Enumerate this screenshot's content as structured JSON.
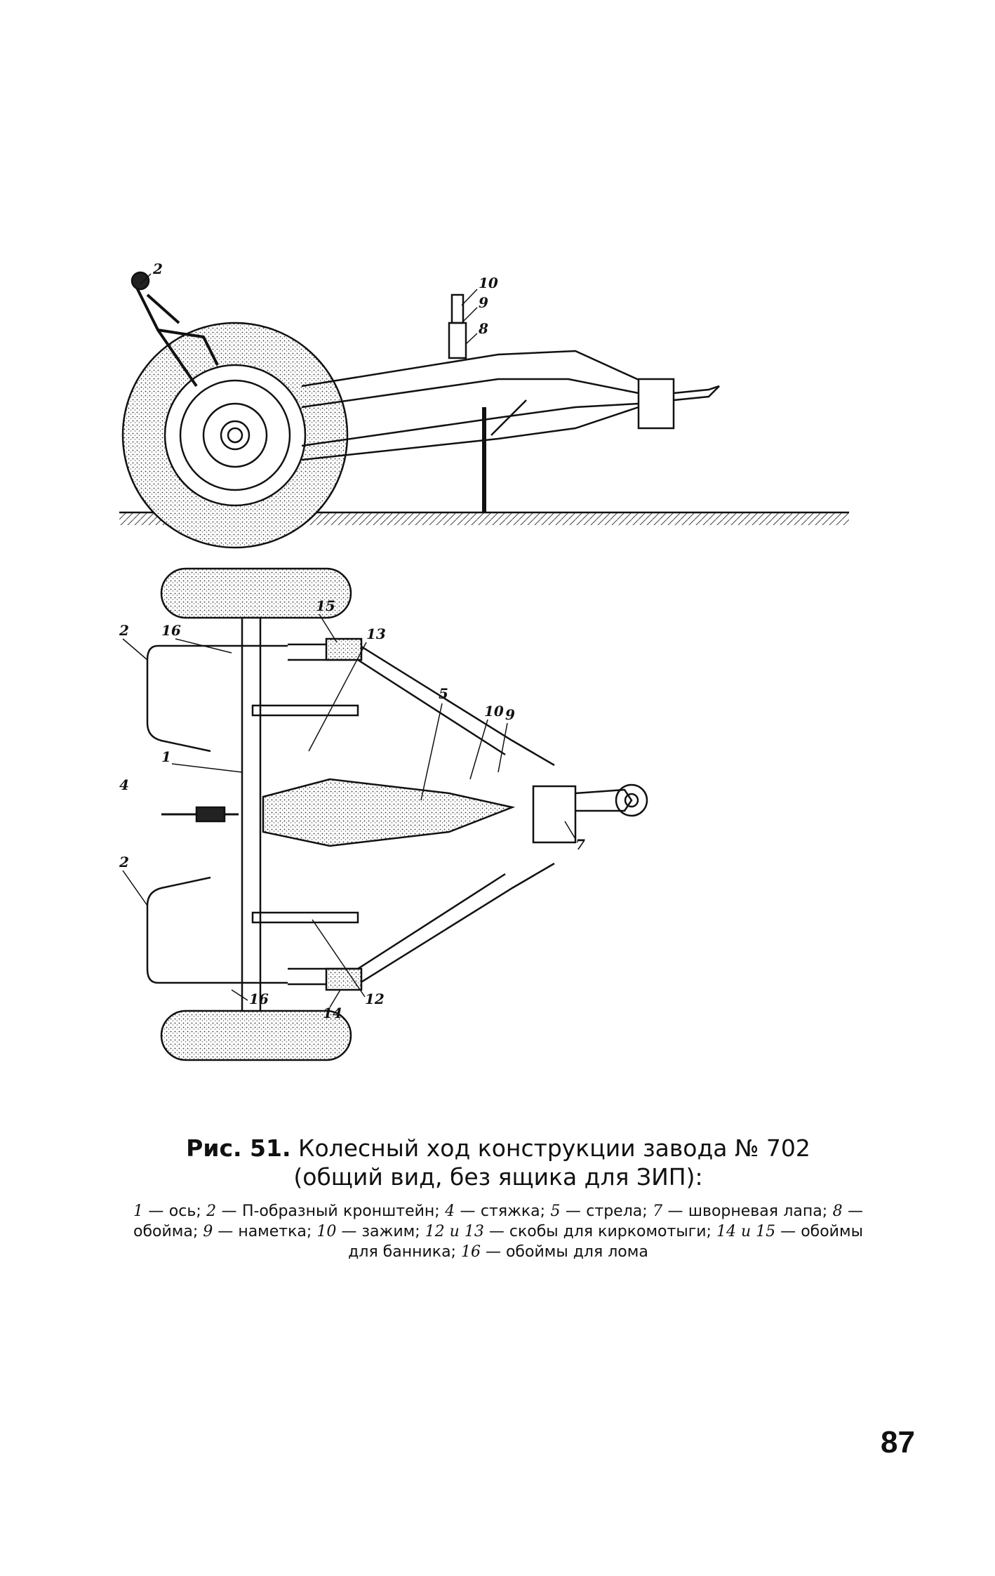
{
  "figure": {
    "side_view_labels": [
      "2",
      "10",
      "9",
      "8"
    ],
    "top_view_labels": [
      "15",
      "13",
      "2",
      "16",
      "4",
      "1",
      "5",
      "10",
      "9",
      "7",
      "2",
      "16",
      "14",
      "12"
    ]
  },
  "caption": {
    "fig_no": "Рис. 51.",
    "title": "Колесный ход конструкции завода № 702",
    "subtitle": "(общий вид, без ящика для ЗИП):",
    "legend": [
      {
        "n": "1",
        "t": "ось;"
      },
      {
        "n": "2",
        "t": "П-образный кронштейн;"
      },
      {
        "n": "4",
        "t": "стяжка;"
      },
      {
        "n": "5",
        "t": "стрела;"
      },
      {
        "n": "7",
        "t": "шворневая лапа;"
      },
      {
        "n": "8",
        "t": "обойма;"
      },
      {
        "n": "9",
        "t": "наметка;"
      },
      {
        "n": "10",
        "t": "зажим;"
      },
      {
        "n": "12 и 13",
        "t": "скобы для киркомотыги;"
      },
      {
        "n": "14 и 15",
        "t": "обоймы для банника;"
      },
      {
        "n": "16",
        "t": "обоймы для лома"
      }
    ]
  },
  "page_number": "87"
}
